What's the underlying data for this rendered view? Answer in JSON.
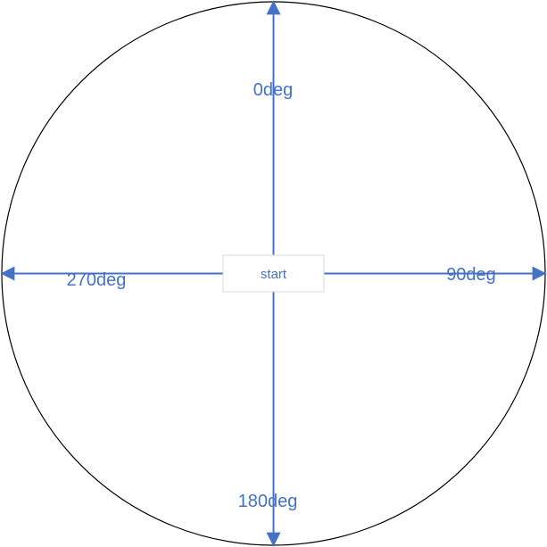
{
  "colors": {
    "accent": "#4472C4",
    "circle_stroke": "#000000",
    "box_border": "#D9D9D9",
    "background": "#FFFFFF"
  },
  "center_box": {
    "label": "start"
  },
  "directions": {
    "north": {
      "label": "0deg"
    },
    "east": {
      "label": "90deg"
    },
    "south": {
      "label": "180deg"
    },
    "west": {
      "label": "270deg"
    }
  }
}
